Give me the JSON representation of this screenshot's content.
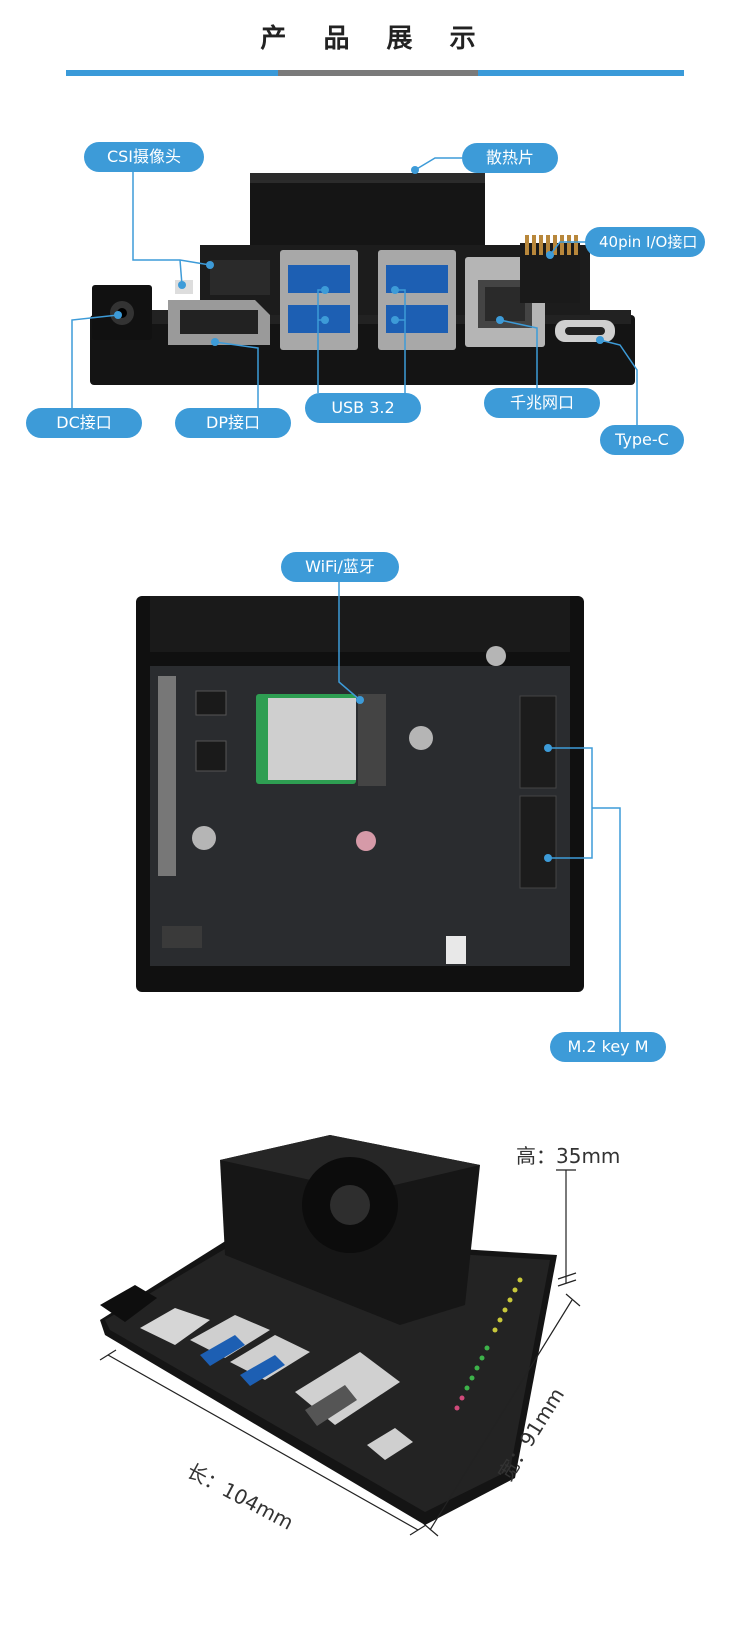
{
  "title": "产 品 展 示",
  "section1": {
    "labels": {
      "csi": "CSI摄像头",
      "heatsink": "散热片",
      "gpio": "40pin I/O接口",
      "dc": "DC接口",
      "dp": "DP接口",
      "usb": "USB 3.2",
      "ethernet": "千兆网口",
      "typec": "Type-C"
    }
  },
  "section2": {
    "labels": {
      "wifi": "WiFi/蓝牙",
      "m2": "M.2 key M"
    }
  },
  "section3": {
    "height": "高：35mm",
    "length": "长：104mm",
    "width": "宽：91mm"
  },
  "colors": {
    "accent": "#3d9bd8",
    "bar_gray": "#7a7a7a"
  }
}
